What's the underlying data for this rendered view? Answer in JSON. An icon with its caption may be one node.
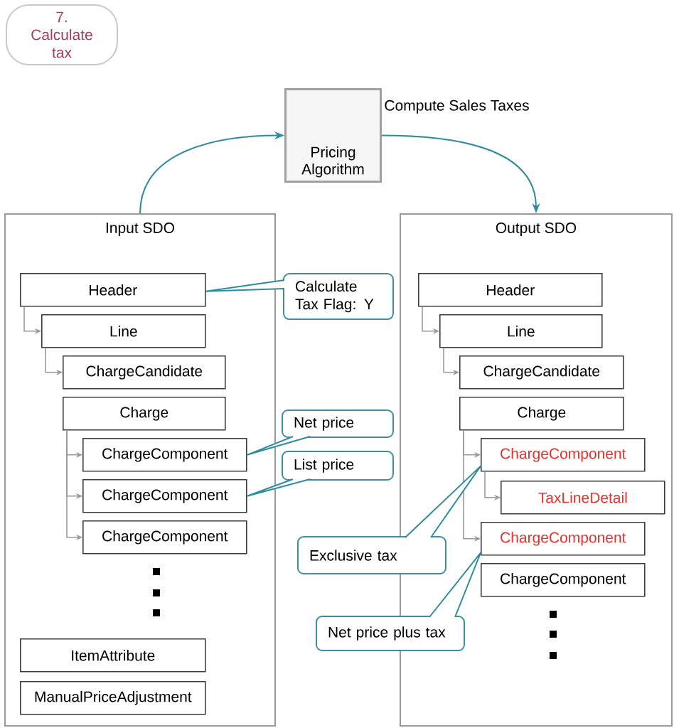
{
  "diagram": {
    "nodes": [
      {
        "text": [
          "7. Calculate tax"
        ]
      },
      {
        "text": [
          "Pricing Algorithm"
        ],
        "beside": [
          "Compute Sales Taxes"
        ]
      },
      {
        "text": [
          "Input SDO"
        ]
      },
      {
        "text": [
          "Header"
        ],
        "in": 2
      },
      {
        "text": [
          "Line"
        ],
        "in": 2
      },
      {
        "text": [
          "ChargeCandidate"
        ],
        "in": 2
      },
      {
        "text": [
          "Charge"
        ],
        "in": 2
      },
      {
        "text": [
          "ChargeComponent"
        ],
        "in": 2
      },
      {
        "text": [
          "ChargeComponent"
        ],
        "in": 2
      },
      {
        "text": [
          "ChargeComponent"
        ],
        "in": 2
      },
      {
        "text": [
          "ItemAttribute"
        ],
        "in": 2
      },
      {
        "text": [
          "ManualPriceAdjustment"
        ],
        "in": 2
      },
      {
        "text": [
          "Output SDO"
        ]
      },
      {
        "text": [
          "Header"
        ],
        "in": 12
      },
      {
        "text": [
          "Line"
        ],
        "in": 12
      },
      {
        "text": [
          "ChargeCandidate"
        ],
        "in": 12
      },
      {
        "text": [
          "Charge"
        ],
        "in": 12
      },
      {
        "text": [
          "ChargeComponent"
        ],
        "in": 12
      },
      {
        "text": [
          "TaxLineDetail"
        ],
        "in": 12
      },
      {
        "text": [
          "ChargeComponent"
        ],
        "in": 12
      },
      {
        "text": [
          "ChargeComponent"
        ],
        "in": 12
      },
      {
        "text": [
          "Calculate Tax Flag: Y"
        ]
      },
      {
        "text": [
          "Net price"
        ]
      },
      {
        "text": [
          "List price"
        ]
      },
      {
        "text": [
          "Exclusive tax"
        ]
      },
      {
        "text": [
          "Net price plus tax"
        ]
      }
    ],
    "edges": [
      {
        "from": 2,
        "to": 1,
        "arrow": "to",
        "color": "#2f8c9c"
      },
      {
        "from": 1,
        "to": 12,
        "arrow": "to",
        "color": "#2f8c9c"
      },
      {
        "from": 3,
        "to": 4,
        "arrow": "to"
      },
      {
        "from": 4,
        "to": 5,
        "arrow": "to"
      },
      {
        "from": 6,
        "to": 7,
        "arrow": "to"
      },
      {
        "from": 6,
        "to": 8,
        "arrow": "to"
      },
      {
        "from": 6,
        "to": 9,
        "arrow": "to"
      },
      {
        "from": 13,
        "to": 14,
        "arrow": "to"
      },
      {
        "from": 14,
        "to": 15,
        "arrow": "to"
      },
      {
        "from": 16,
        "to": 17,
        "arrow": "to"
      },
      {
        "from": 17,
        "to": 18,
        "arrow": "to"
      },
      {
        "from": 16,
        "to": 19,
        "arrow": "to"
      },
      {
        "from": 21,
        "to": 3,
        "arrow": "none",
        "color": "#2f8c9c"
      },
      {
        "from": 22,
        "to": 7,
        "arrow": "none",
        "color": "#2f8c9c"
      },
      {
        "from": 23,
        "to": 8,
        "arrow": "none",
        "color": "#2f8c9c"
      },
      {
        "from": 24,
        "to": 17,
        "arrow": "none",
        "color": "#2f8c9c"
      },
      {
        "from": 25,
        "to": 19,
        "arrow": "none",
        "color": "#2f8c9c"
      }
    ]
  }
}
